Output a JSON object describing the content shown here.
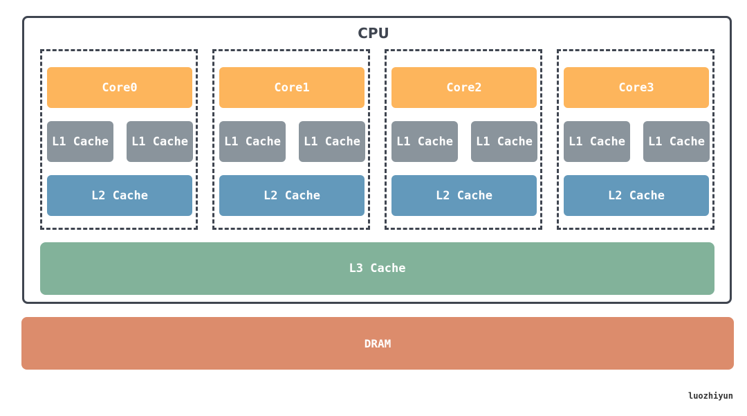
{
  "title": "CPU",
  "cores": [
    {
      "core": "Core0",
      "l1": [
        "L1 Cache",
        "L1 Cache"
      ],
      "l2": "L2 Cache"
    },
    {
      "core": "Core1",
      "l1": [
        "L1 Cache",
        "L1 Cache"
      ],
      "l2": "L2 Cache"
    },
    {
      "core": "Core2",
      "l1": [
        "L1 Cache",
        "L1 Cache"
      ],
      "l2": "L2 Cache"
    },
    {
      "core": "Core3",
      "l1": [
        "L1 Cache",
        "L1 Cache"
      ],
      "l2": "L2 Cache"
    }
  ],
  "l3": "L3 Cache",
  "dram": "DRAM",
  "watermark": "luozhiyun",
  "colors": {
    "core": "#fdb55c",
    "l1": "#8a949c",
    "l2": "#6399bb",
    "l3": "#82b29a",
    "dram": "#dc8c6c",
    "border": "#3f4550"
  }
}
